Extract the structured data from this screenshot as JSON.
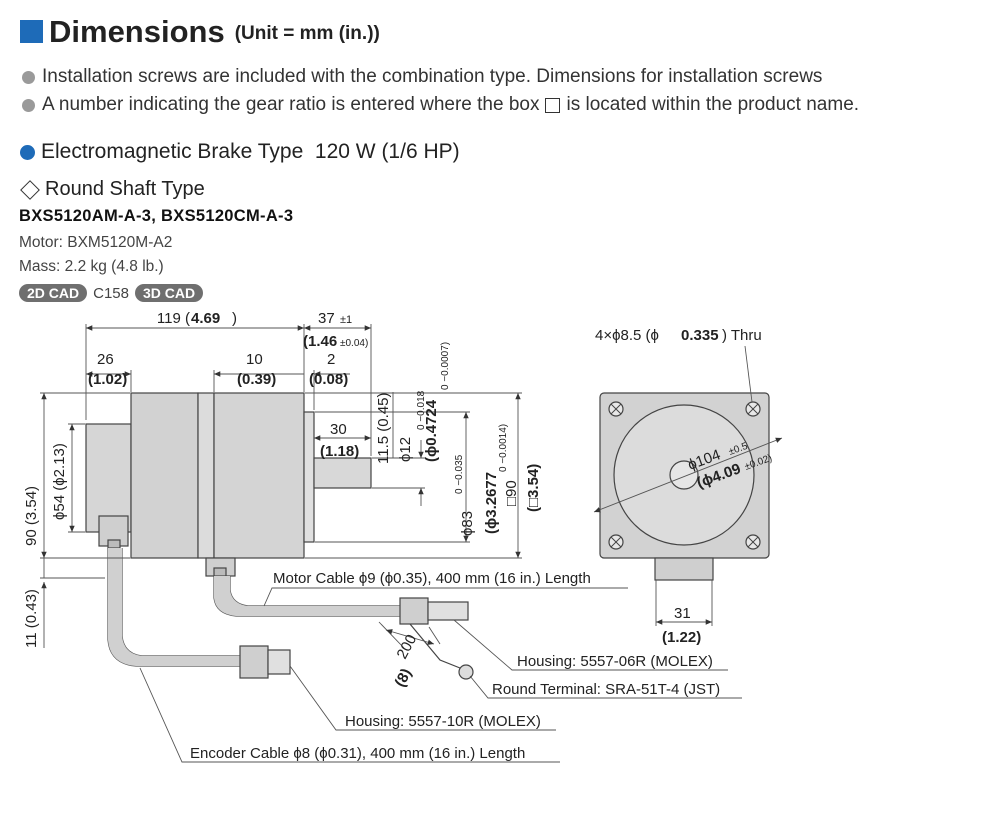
{
  "header": {
    "title": "Dimensions",
    "unit": "(Unit = mm (in.))",
    "accent_color": "#1e6bb8"
  },
  "notes": [
    "Installation screws are included with the combination type. Dimensions for installation screws",
    "A number indicating the gear ratio is entered where the box",
    "is located within the product name."
  ],
  "section": {
    "title": "Electromagnetic Brake Type  120 W (1/6 HP)"
  },
  "subsection": {
    "title": "Round Shaft Type"
  },
  "product": {
    "models": "BXS5120AM-A-3, BXS5120CM-A-3",
    "motor": "Motor: BXM5120M-A2",
    "mass": "Mass: 2.2 kg (4.8 lb.)",
    "cad_2d": "2D CAD",
    "cad_code": "C158",
    "cad_3d": "3D CAD"
  },
  "dims": {
    "len_119": "119 (",
    "len_119b": "4.69",
    "len_37": "37",
    "len_37tol": "±1",
    "len_146": "(1.46",
    "len_146tol": "±0.04)",
    "len_26": "26",
    "len_102": "(1.02)",
    "len_10": "10",
    "len_039": "(0.39)",
    "len_2": "2",
    "len_008": "(0.08)",
    "len_30": "30",
    "len_118": "(1.18)",
    "v_90": "90 (3.54)",
    "v_54": "ϕ54 (ϕ2.13)",
    "v_11": "11 (0.43)",
    "v_115": "11.5 (0.45)",
    "v_12": "ϕ12",
    "v_12tol": "0 −0.018",
    "v_4724": "(ϕ0.4724",
    "v_4724tol": "0 −0.0007)",
    "v_83": "ϕ83",
    "v_83tol": "0 −0.035",
    "v_3267": "(ϕ3.2677",
    "v_3267tol": "0 −0.0014)",
    "v_sq90": "□90",
    "v_sq354": "(□3.54)",
    "holes": "4×ϕ8.5 (ϕ",
    "holes_b": "0.335",
    "holes_c": ") Thru",
    "pcd": "ϕ104",
    "pcd_tol": "±0.5",
    "pcd_in": "(ϕ4.09",
    "pcd_in_tol": "±0.02)",
    "w31": "31",
    "w122": "(1.22)",
    "d200": "200",
    "d8": "(8)"
  },
  "labels": {
    "motor_cable": "Motor Cable ϕ9 (ϕ0.35), 400 mm (16 in.) Length",
    "housing_06": "Housing: 5557-06R (MOLEX)",
    "terminal": "Round Terminal: SRA-51T-4 (JST)",
    "housing_10": "Housing: 5557-10R (MOLEX)",
    "encoder_cable": "Encoder Cable ϕ8 (ϕ0.31), 400 mm (16 in.) Length"
  }
}
